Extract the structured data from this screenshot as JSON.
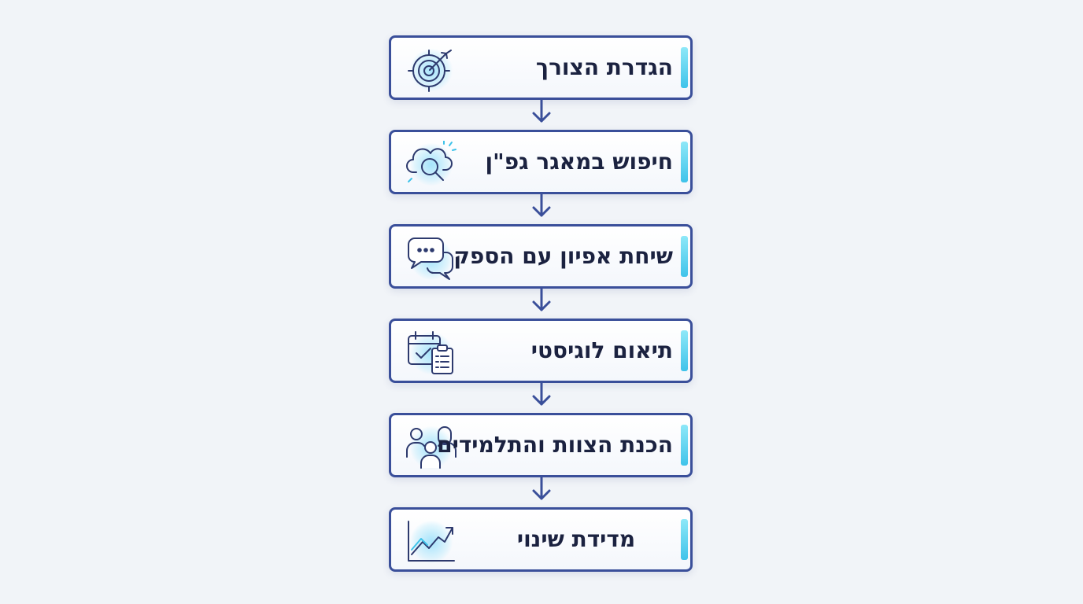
{
  "steps": [
    {
      "label": "הגדרת הצורך",
      "icon": "target-icon"
    },
    {
      "label": "חיפוש במאגר גפ\"ן",
      "icon": "cloud-search-icon"
    },
    {
      "label": "שיחת אפיון עם הספק",
      "icon": "chat-bubbles-icon"
    },
    {
      "label": "תיאום לוגיסטי",
      "icon": "calendar-checklist-icon"
    },
    {
      "label": "הכנת הצוות והתלמידים",
      "icon": "people-group-icon"
    },
    {
      "label": "מדידת שינוי",
      "icon": "growth-chart-icon"
    }
  ],
  "colors": {
    "border": "#3a4f9a",
    "accent": "#3fc3ea",
    "text": "#1b2240",
    "background": "#f1f4f8"
  }
}
